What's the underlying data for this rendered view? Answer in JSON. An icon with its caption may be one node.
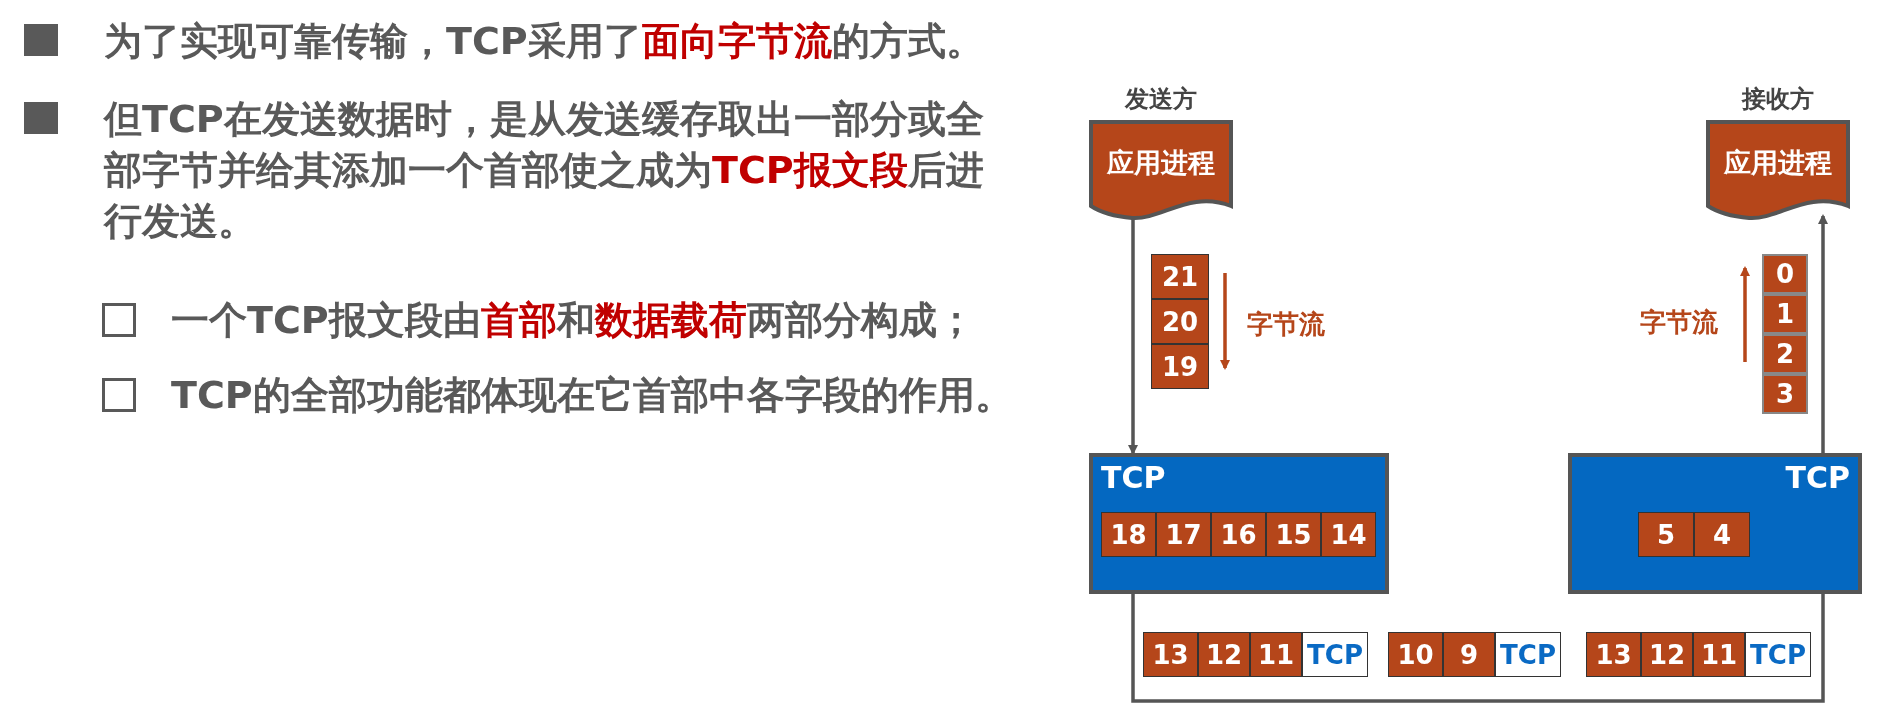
{
  "diagram": {
    "nodes": [
      {
        "text": [
          "应用进程"
        ],
        "beside": [
          "发送方"
        ]
      },
      {
        "text": [
          "应用进程"
        ],
        "beside": [
          "接收方"
        ]
      },
      {
        "text": [
          "21"
        ]
      },
      {
        "text": [
          "20"
        ]
      },
      {
        "text": [
          "19"
        ]
      },
      {
        "text": [
          "0"
        ]
      },
      {
        "text": [
          "1"
        ]
      },
      {
        "text": [
          "2"
        ]
      },
      {
        "text": [
          "3"
        ]
      },
      {
        "text": [
          "TCP"
        ]
      },
      {
        "text": [
          "18"
        ],
        "in": 9
      },
      {
        "text": [
          "17"
        ],
        "in": 9
      },
      {
        "text": [
          "16"
        ],
        "in": 9
      },
      {
        "text": [
          "15"
        ],
        "in": 9
      },
      {
        "text": [
          "14"
        ],
        "in": 9
      },
      {
        "text": [
          "TCP"
        ]
      },
      {
        "text": [
          "5"
        ],
        "in": 15
      },
      {
        "text": [
          "4"
        ],
        "in": 15
      },
      {
        "text": [
          "13"
        ]
      },
      {
        "text": [
          "12"
        ]
      },
      {
        "text": [
          "11"
        ]
      },
      {
        "text": [
          "TCP"
        ]
      },
      {
        "text": [
          "10"
        ]
      },
      {
        "text": [
          "9"
        ]
      },
      {
        "text": [
          "TCP"
        ]
      },
      {
        "text": [
          "13"
        ]
      },
      {
        "text": [
          "12"
        ]
      },
      {
        "text": [
          "11"
        ]
      },
      {
        "text": [
          "TCP"
        ]
      }
    ],
    "edges": [
      {
        "from": 0,
        "to": 9,
        "arrow": "to"
      },
      {
        "from": 9,
        "to": 15,
        "arrow": "none"
      },
      {
        "from": 15,
        "to": 1,
        "arrow": "to"
      }
    ],
    "labels": [
      "为了实现可靠传输，TCP采用了**面向字节流**的方式。",
      "但TCP在发送数据时，是从发送缓存取出一部分或全部字节并给其添加一个首部使之成为**TCP报文段**后进行发送。",
      "一个TCP报文段由**首部**和**数据载荷**两部分构成；",
      "TCP的全部功能都体现在它首部中各字段的作用。",
      "字节流",
      "字节流"
    ]
  }
}
